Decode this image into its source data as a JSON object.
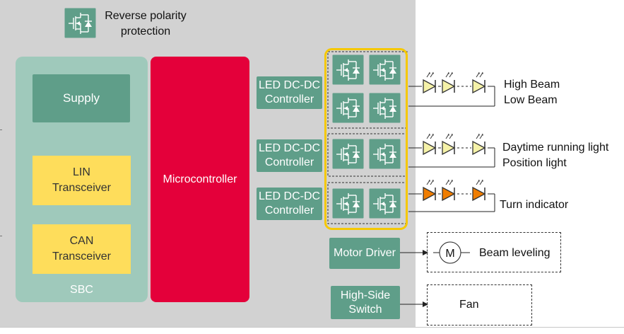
{
  "reverse_polarity": {
    "label_line1": "Reverse polarity",
    "label_line2": "protection"
  },
  "sbc": {
    "label": "SBC",
    "supply": "Supply",
    "lin": {
      "line1": "LIN",
      "line2": "Transceiver"
    },
    "can": {
      "line1": "CAN",
      "line2": "Transceiver"
    }
  },
  "microcontroller": {
    "label": "Microcontroller"
  },
  "led_controllers": [
    {
      "line1": "LED DC-DC",
      "line2": "Controller"
    },
    {
      "line1": "LED DC-DC",
      "line2": "Controller"
    },
    {
      "line1": "LED DC-DC",
      "line2": "Controller"
    }
  ],
  "motor_driver": {
    "label": "Motor Driver"
  },
  "high_side_switch": {
    "line1": "High-Side",
    "line2": "Switch"
  },
  "loads": {
    "high_beam": "High Beam",
    "low_beam": "Low Beam",
    "drl": "Daytime running light",
    "position": "Position light",
    "turn": "Turn indicator",
    "motor_symbol": "M",
    "beam_leveling": "Beam leveling",
    "fan": "Fan"
  },
  "colors": {
    "gray_background": "#d2d2d2",
    "sbc_block": "#9fc9bb",
    "green_block": "#5f9e89",
    "yellow_block": "#fedd5b",
    "microcontroller": "#e4003a",
    "highlight_outline": "#f5c800",
    "white_led": "#f5f2a8",
    "orange_led": "#f07d00"
  },
  "icons": [
    "mosfet-icon",
    "led-icon",
    "motor-icon"
  ]
}
